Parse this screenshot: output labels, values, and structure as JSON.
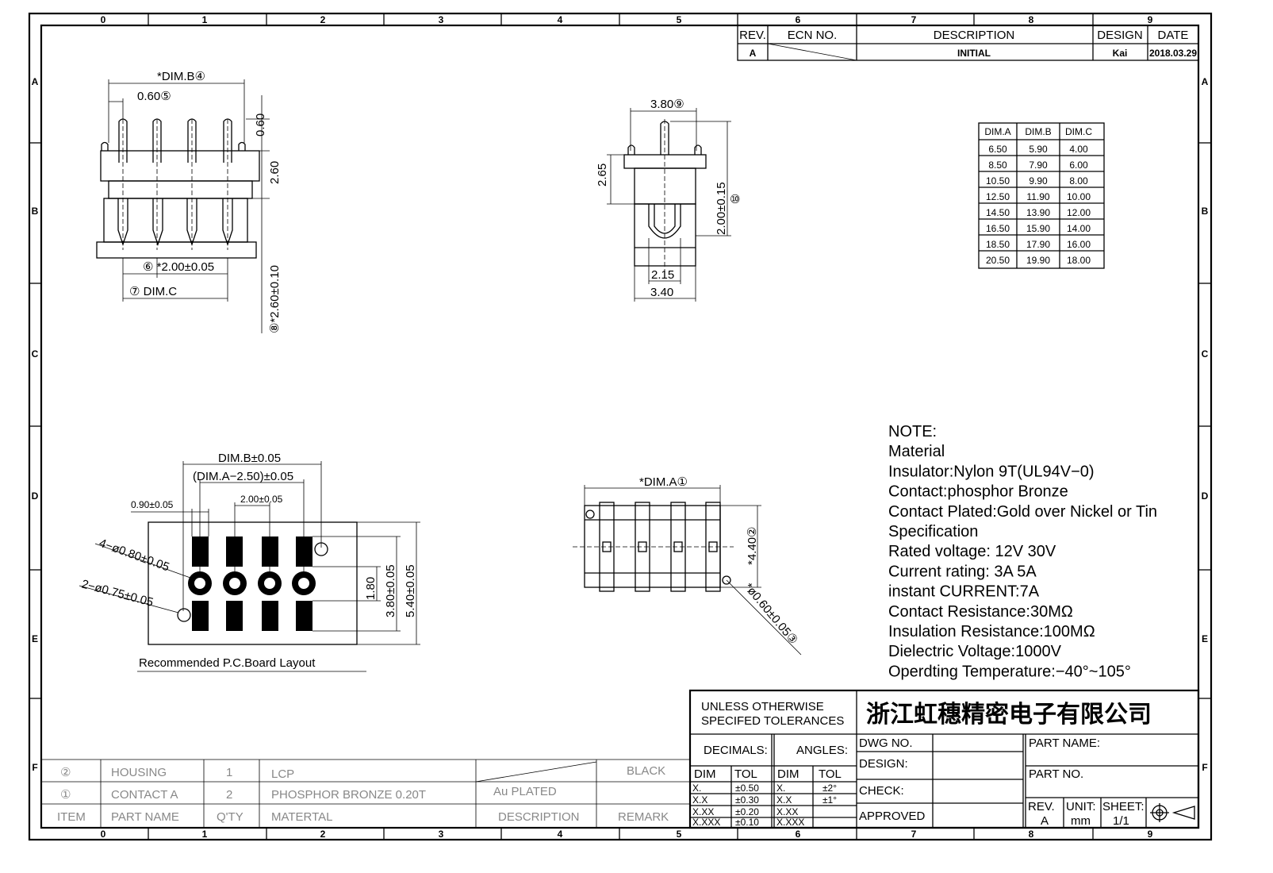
{
  "frame": {
    "columns": [
      "0",
      "1",
      "2",
      "3",
      "4",
      "5",
      "6",
      "7",
      "8",
      "9"
    ],
    "rows": [
      "A",
      "B",
      "C",
      "D",
      "E",
      "F"
    ]
  },
  "revision": {
    "headers": {
      "rev": "REV.",
      "ecn": "ECN NO.",
      "description": "DESCRIPTION",
      "design": "DESIGN",
      "date": "DATE"
    },
    "row": {
      "rev": "A",
      "description": "INITIAL",
      "design": "Kai",
      "date": "2018.03.29"
    }
  },
  "dim_table": {
    "headers": [
      "DIM.A",
      "DIM.B",
      "DIM.C"
    ],
    "rows": [
      [
        "6.50",
        "5.90",
        "4.00"
      ],
      [
        "8.50",
        "7.90",
        "6.00"
      ],
      [
        "10.50",
        "9.90",
        "8.00"
      ],
      [
        "12.50",
        "11.90",
        "10.00"
      ],
      [
        "14.50",
        "13.90",
        "12.00"
      ],
      [
        "16.50",
        "15.90",
        "14.00"
      ],
      [
        "18.50",
        "17.90",
        "16.00"
      ],
      [
        "20.50",
        "19.90",
        "18.00"
      ]
    ]
  },
  "front_view": {
    "dim_b": "*DIM.B④",
    "pitch_060": "0.60⑤",
    "pin_060": "0.60",
    "h_260": "2.60",
    "pitch_200": "⑥ *2.00±0.05",
    "dim_c": "⑦  DIM.C",
    "h_260_tol": "⑧*2.60±0.10"
  },
  "side_view": {
    "w_380": "3.80⑨",
    "h_265": "2.65",
    "h_200": "2.00±0.15",
    "h_200_ref": "⑩",
    "w_215": "2.15",
    "w_340": "3.40"
  },
  "pcb_layout": {
    "dim_b": "DIM.B±0.05",
    "dim_a": "(DIM.A−2.50)±0.05",
    "w_090": "0.90±0.05",
    "pitch": "2.00±0.05",
    "hole_080": "4−ø0.80±0.05",
    "hole_075": "2−ø0.75±0.05",
    "h_180": "1.80",
    "h_380": "3.80±0.05",
    "h_540": "5.40±0.05",
    "caption": "Recommended P.C.Board Layout"
  },
  "bottom_view": {
    "dim_a": "*DIM.A①",
    "h_440": "*4.40②",
    "peg": "*ø0.60±0.05③"
  },
  "notes": [
    "NOTE:",
    "Material",
    "Insulator:Nylon 9T(UL94V−0)",
    "Contact:phosphor Bronze",
    "Contact Plated:Gold over Nickel or Tin",
    "Specification",
    "Rated voltage: 12V 30V",
    " Current rating: 3A   5A",
    "instant CURRENT:7A",
    "Contact Resistance:30MΩ",
    "Insulation Resistance:100MΩ",
    "Dielectric Voltage:1000V",
    "Operdting Temperature:−40°~105°"
  ],
  "bom": {
    "rows": [
      {
        "item": "②",
        "part": "HOUSING",
        "qty": "1",
        "material": "LCP",
        "description": "",
        "remark": "BLACK"
      },
      {
        "item": "①",
        "part": "CONTACT A",
        "qty": "2",
        "material": "PHOSPHOR BRONZE 0.20T",
        "description": "Au PLATED",
        "remark": ""
      }
    ],
    "headers": {
      "item": "ITEM",
      "part": "PART NAME",
      "qty": "Q'TY",
      "material": "MATERTAL",
      "description": "DESCRIPTION",
      "remark": "REMARK"
    }
  },
  "title_block": {
    "tolerance_heading": [
      "UNLESS OTHERWISE",
      "SPECIFED TOLERANCES"
    ],
    "company": "浙江虹穗精密电子有限公司",
    "decimals": "DECIMALS:",
    "angles": "ANGLES:",
    "dim": "DIM",
    "tol": "TOL",
    "decimal_rows": [
      [
        "X.",
        "±0.50"
      ],
      [
        "X.X",
        "±0.30"
      ],
      [
        "X.XX",
        "±0.20"
      ],
      [
        "X.XXX",
        "±0.10"
      ]
    ],
    "angle_rows": [
      [
        "X.",
        "±2°"
      ],
      [
        "X.X",
        "±1°"
      ],
      [
        "X.XX",
        ""
      ],
      [
        "X.XXX",
        ""
      ]
    ],
    "dwg_no": "DWG NO.",
    "design": "DESIGN:",
    "check": "CHECK:",
    "approved": "APPROVED",
    "part_name": "PART NAME:",
    "part_no": "PART NO.",
    "rev_label": "REV.",
    "rev": "A",
    "unit_label": "UNIT:",
    "unit": "mm",
    "sheet_label": "SHEET:",
    "sheet": "1/1"
  }
}
